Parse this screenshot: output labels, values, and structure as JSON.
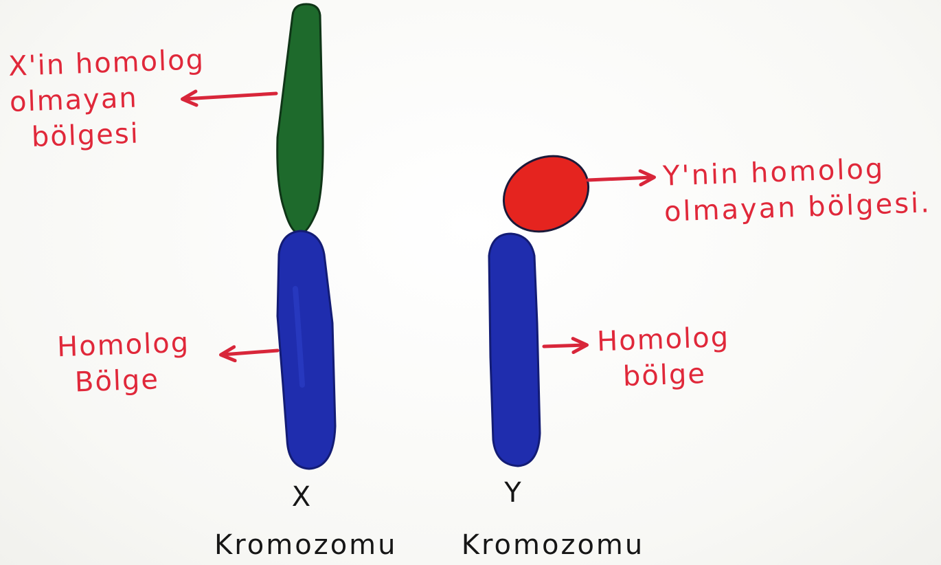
{
  "chromosome_x": {
    "letter": "X",
    "caption": "Kromozomu",
    "nonhomolog_label": [
      "X'in homolog",
      "olmayan",
      "bölgesi"
    ],
    "homolog_label": [
      "Homolog",
      "Bölge"
    ]
  },
  "chromosome_y": {
    "letter": "Y",
    "caption": "Kromozomu",
    "nonhomolog_label": [
      "Y'nin homolog",
      "olmayan bölgesi."
    ],
    "homolog_label": [
      "Homolog",
      "bölge"
    ]
  },
  "colors": {
    "homolog_region": "#1f2dae",
    "x_nonhomolog_region": "#1e6a2c",
    "y_nonhomolog_region": "#e5241f",
    "annotation": "#e0283a",
    "caption": "#161616"
  }
}
